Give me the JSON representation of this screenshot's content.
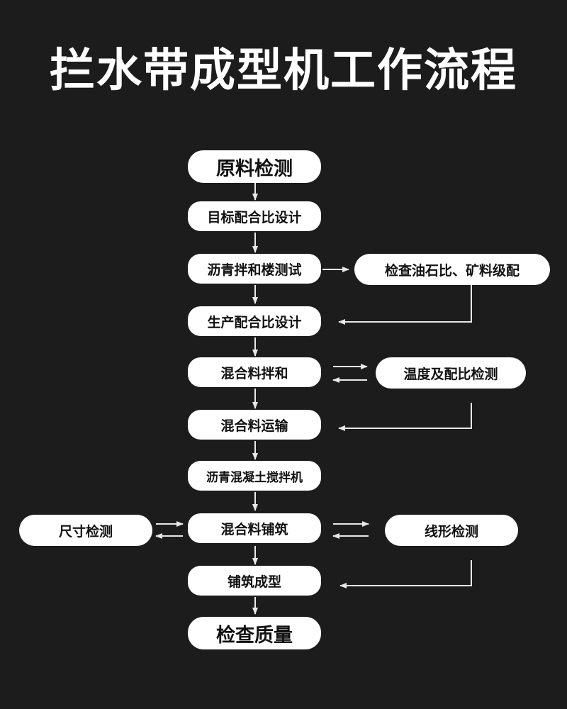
{
  "title": "拦水带成型机工作流程",
  "steps": {
    "raw_material_testing": "原料检测",
    "target_mix_design": "目标配合比设计",
    "asphalt_mixing_test": "沥青拌和楼测试",
    "production_mix_design": "生产配合比设计",
    "mixture_mixing": "混合料拌和",
    "mixture_transport": "混合料运输",
    "asphalt_concrete_mixer": "沥青混凝土搅拌机",
    "mixture_paving": "混合料铺筑",
    "paving_forming": "铺筑成型",
    "quality_inspection": "检查质量"
  },
  "side_checks": {
    "oil_stone_ratio_gradation": "检查油石比、矿料级配",
    "temperature_mix_ratio_test": "温度及配比检测",
    "dimension_test": "尺寸检测",
    "alignment_test": "线形检测"
  },
  "colors": {
    "background": "#1c1c1c",
    "node": "#ffffff",
    "line": "#e8e8e8"
  }
}
